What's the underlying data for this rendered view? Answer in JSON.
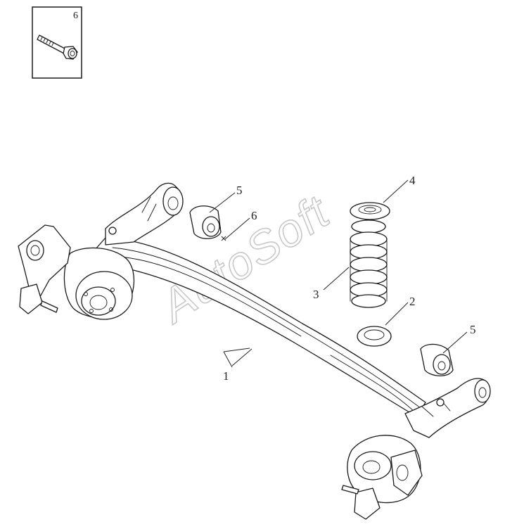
{
  "watermark": "AutoSoft",
  "inset": {
    "callout": "6"
  },
  "callouts": {
    "beam": "1",
    "spring_seat": "2",
    "coil_spring": "3",
    "upper_spring_seat": "4",
    "bushing_left": "5",
    "bushing_right": "5",
    "bolt": "6"
  }
}
